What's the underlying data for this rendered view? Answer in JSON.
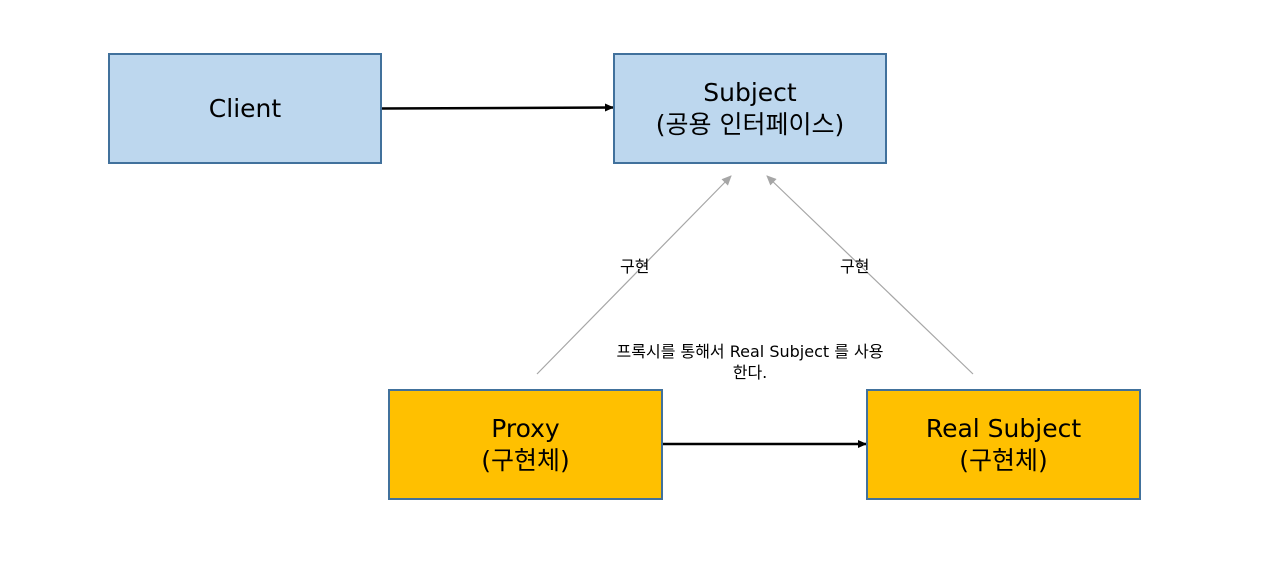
{
  "nodes": {
    "client": {
      "line1": "Client"
    },
    "subject": {
      "line1": "Subject",
      "line2": "(공용 인터페이스)"
    },
    "proxy": {
      "line1": "Proxy",
      "line2": "(구현체)"
    },
    "real_subject": {
      "line1": "Real Subject",
      "line2": "(구현체)"
    }
  },
  "edges": {
    "impl_left_label": "구현",
    "impl_right_label": "구현"
  },
  "note": {
    "line1": "프록시를 통해서 Real Subject 를 사용",
    "line2": "한다."
  },
  "colors": {
    "interface_fill": "#bdd7ee",
    "impl_fill": "#ffc000",
    "box_border": "#41719c",
    "association_arrow": "#000000",
    "realization_arrow": "#a6a6a6"
  }
}
